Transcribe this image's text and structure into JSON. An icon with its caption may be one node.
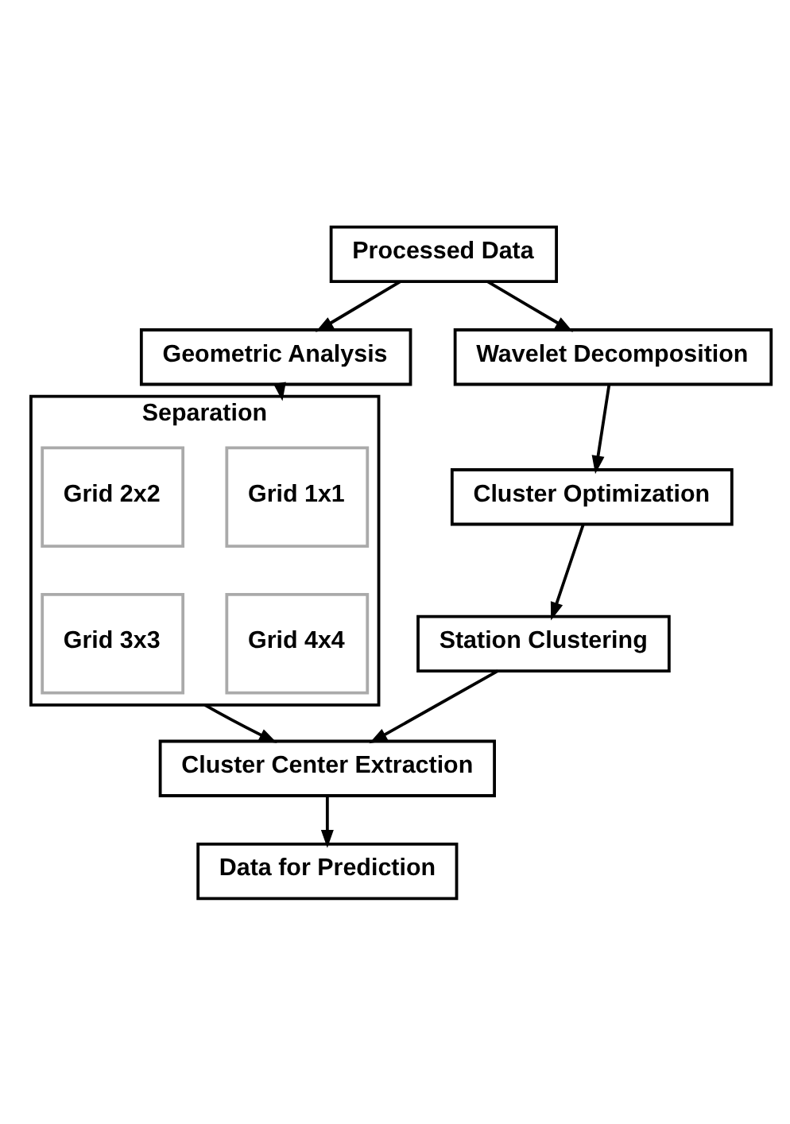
{
  "diagram": {
    "nodes": [
      {
        "text": [
          "Processed Data"
        ]
      },
      {
        "text": [
          "Wavelet Decomposition"
        ]
      },
      {
        "text": [
          "Geometric Analysis"
        ]
      },
      {
        "text": [
          "Cluster Optimization"
        ]
      },
      {
        "text": [
          "Separation"
        ]
      },
      {
        "text": [
          "Grid 1x1"
        ],
        "in": 4
      },
      {
        "text": [
          "Grid 2x2"
        ],
        "in": 4
      },
      {
        "text": [
          "Grid 4x4"
        ],
        "in": 4
      },
      {
        "text": [
          "Grid 3x3"
        ],
        "in": 4
      },
      {
        "text": [
          "Station Clustering"
        ]
      },
      {
        "text": [
          "Cluster Center Extraction"
        ]
      },
      {
        "text": [
          "Data for Prediction"
        ]
      }
    ],
    "edges": [
      {
        "from": 0,
        "to": 1,
        "arrow": "to"
      },
      {
        "from": 0,
        "to": 2,
        "arrow": "to"
      },
      {
        "from": 1,
        "to": 3,
        "arrow": "to"
      },
      {
        "from": 2,
        "to": 4,
        "arrow": "to"
      },
      {
        "from": 3,
        "to": 9,
        "arrow": "to"
      },
      {
        "from": 9,
        "to": 10,
        "arrow": "to"
      },
      {
        "from": 4,
        "to": 10,
        "arrow": "to"
      },
      {
        "from": 10,
        "to": 11,
        "arrow": "to"
      }
    ]
  }
}
